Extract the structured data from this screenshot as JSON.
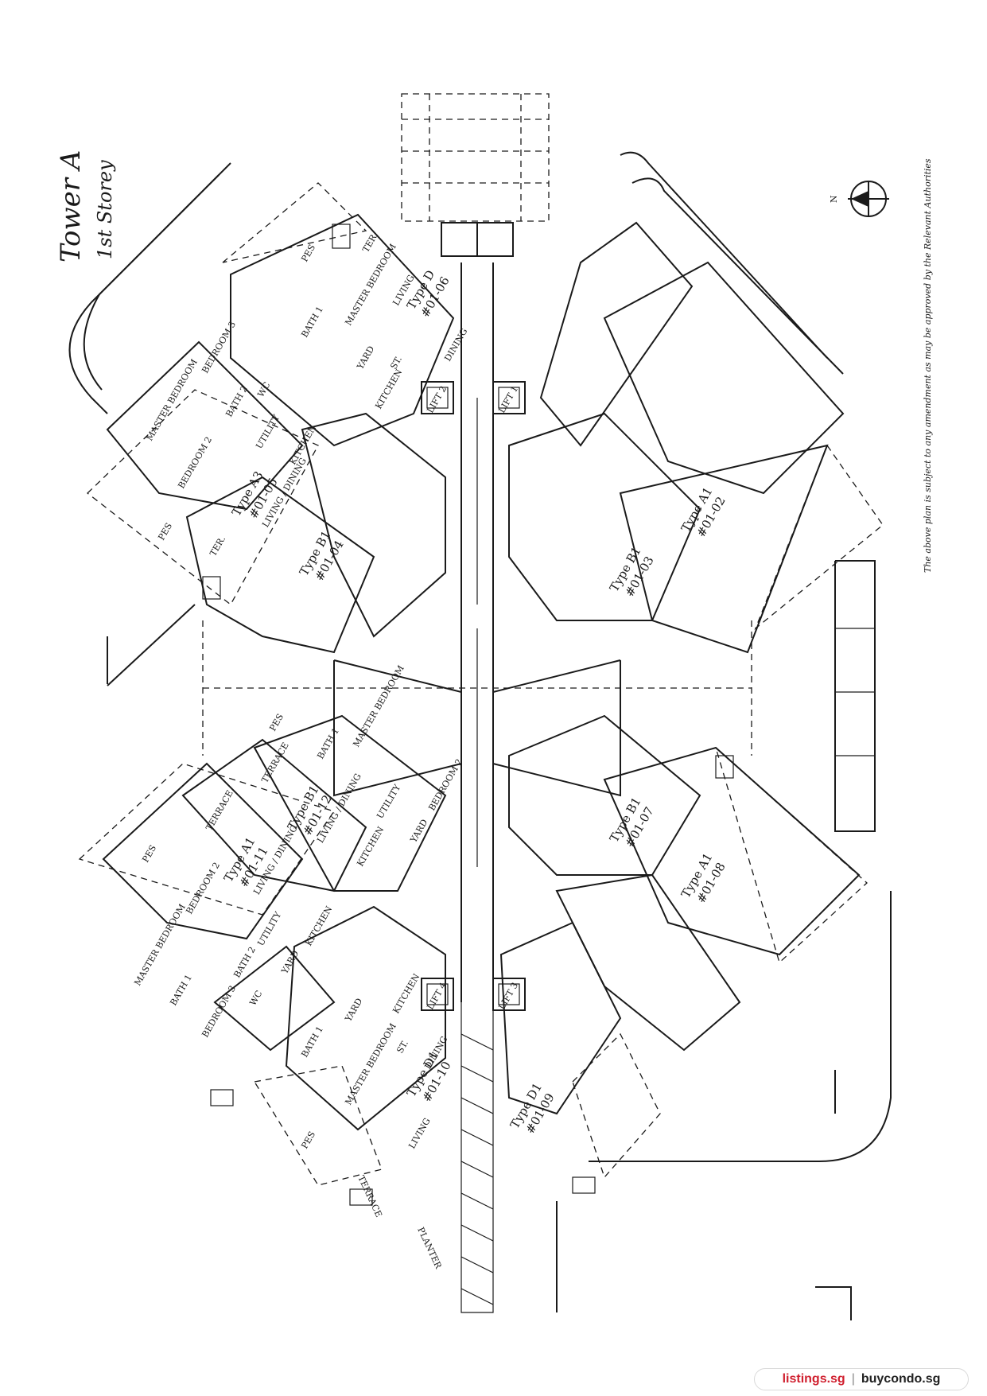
{
  "title": {
    "line1": "Tower A",
    "line2": "1st Storey"
  },
  "north": "N",
  "disclaimer": "The above plan is subject to any amendment as may be approved by the Relevant Authorities",
  "footer": {
    "left": "listings.sg",
    "sep": "|",
    "right": "buycondo.sg"
  },
  "lifts": [
    "LIFT 1",
    "LIFT 2",
    "LIFT 3",
    "LIFT 4"
  ],
  "units": [
    {
      "type": "Type D",
      "no": "#01-06"
    },
    {
      "type": "Type A3",
      "no": "#01-05",
      "room": "LIVING / DINING"
    },
    {
      "type": "Type B1",
      "no": "#01-04"
    },
    {
      "type": "Type A1",
      "no": "#01-02"
    },
    {
      "type": "Type B1",
      "no": "#01-03"
    },
    {
      "type": "Type B1",
      "no": "#01-12",
      "room": "LIVING / DINING"
    },
    {
      "type": "Type A1",
      "no": "#01-11",
      "room": "LIVING / DINING"
    },
    {
      "type": "Type B1",
      "no": "#01-07"
    },
    {
      "type": "Type A1",
      "no": "#01-08"
    },
    {
      "type": "Type D1",
      "no": "#01-10"
    },
    {
      "type": "Type D1",
      "no": "#01-09"
    }
  ],
  "rooms": {
    "pes": "PES",
    "ter": "TER.",
    "terrace": "TERRACE",
    "living": "LIVING",
    "dining": "DINING",
    "kitchen": "KITCHEN",
    "master": "MASTER BEDROOM",
    "bedroom2": "BEDROOM 2",
    "bedroom3": "BEDROOM 3",
    "bath1": "BATH 1",
    "bath2": "BATH 2",
    "yard": "YARD",
    "utility": "UTILITY",
    "wc": "WC",
    "st": "ST.",
    "planter": "PLANTER"
  }
}
